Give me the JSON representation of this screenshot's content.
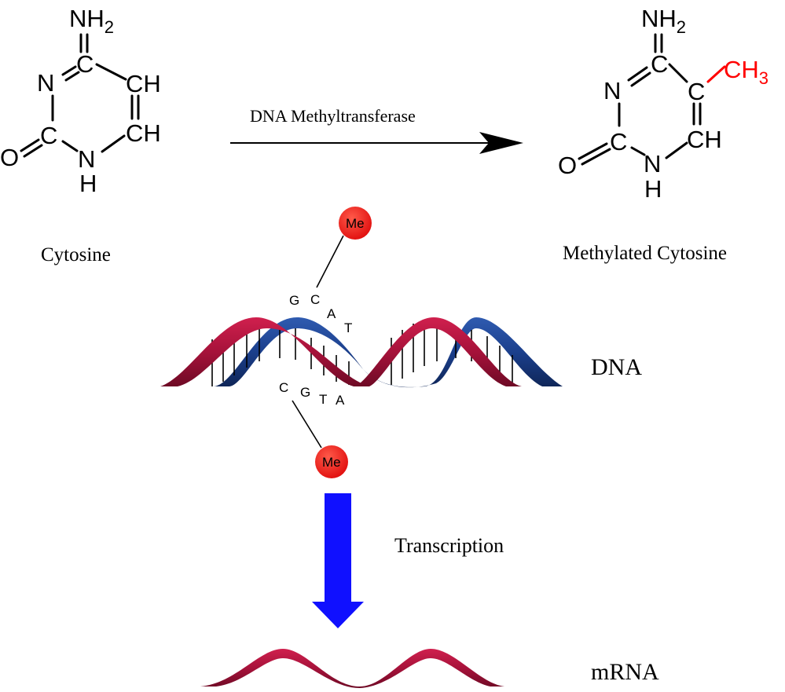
{
  "reaction": {
    "enzyme_label": "DNA Methyltransferase"
  },
  "cytosine": {
    "caption": "Cytosine",
    "atoms": {
      "amine": "NH",
      "amine_sub": "2",
      "c4": "C",
      "n3": "N",
      "c5": "CH",
      "c2": "C",
      "o": "O",
      "c6": "CH",
      "n1": "N",
      "n1_h": "H"
    }
  },
  "methylated_cytosine": {
    "caption": "Methylated Cytosine",
    "atoms": {
      "amine": "NH",
      "amine_sub": "2",
      "c4": "C",
      "n3": "N",
      "c5": "C",
      "methyl": "CH",
      "methyl_sub": "3",
      "c2": "C",
      "o": "O",
      "c6": "CH",
      "n1": "N",
      "n1_h": "H"
    },
    "methyl_color": "#ff0000"
  },
  "dna": {
    "label": "DNA",
    "top_bases": [
      "G",
      "C",
      "A",
      "T"
    ],
    "bottom_bases": [
      "C",
      "G",
      "T",
      "A"
    ],
    "methyl_label_top": "Me",
    "methyl_label_bottom": "Me",
    "strand_colors": {
      "red": "#a6123a",
      "blue": "#1b3f8c"
    },
    "methyl_color": "#ee1111"
  },
  "process": {
    "label": "Transcription",
    "arrow_color": "#1010ff"
  },
  "mrna": {
    "label": "mRNA"
  }
}
